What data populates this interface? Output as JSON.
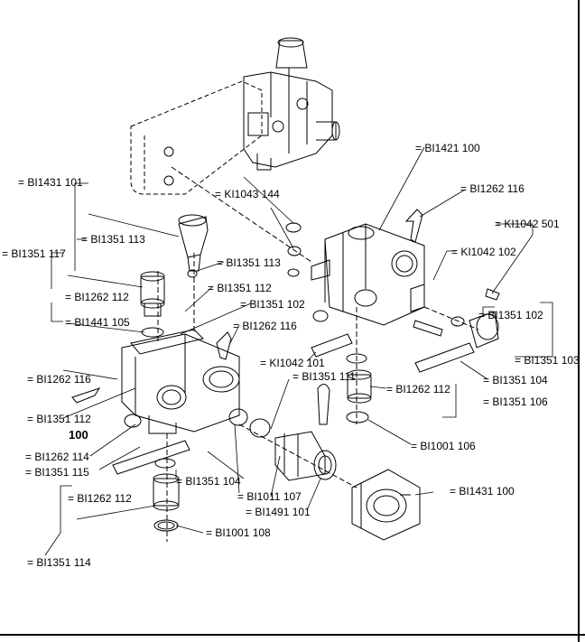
{
  "figure_number": "100",
  "labels": {
    "bi1431_101": "= BI1431 101",
    "bi1351_117": "= BI1351 117",
    "bi1351_113_a": "= BI1351 113",
    "bi1351_113_b": "= BI1351 113",
    "ki1043_144": "= KI1043 144",
    "bi1421_100": "= BI1421 100",
    "bi1262_116_a": "= BI1262 116",
    "ki1042_501": "= KI1042 501",
    "ki1042_102": "= KI1042 102",
    "bi1262_112_a": "= BI1262 112",
    "bi1351_112_a": "= BI1351 112",
    "bi1351_102_a": "= BI1351 102",
    "bi1441_105": "= BI1441 105",
    "bi1262_116_b": "= BI1262 116",
    "bi1351_102_b": "= BI1351 102",
    "bi1351_103": "= BI1351 103",
    "ki1042_101": "= KI1042 101",
    "bi1351_104_a": "= BI1351 104",
    "bi1262_116_c": "= BI1262 116",
    "bi1351_111": "= BI1351 111",
    "bi1262_112_b": "= BI1262 112",
    "bi1351_106": "= BI1351 106",
    "bi1351_112_b": "= BI1351 112",
    "bi1001_106": "= BI1001 106",
    "bi1262_114": "= BI1262 114",
    "bi1351_115": "= BI1351 115",
    "bi1351_104_b": "= BI1351 104",
    "bi1011_107": "= BI1011 107",
    "bi1262_112_c": "= BI1262 112",
    "bi1491_101": "= BI1491 101",
    "bi1431_100": "= BI1431 100",
    "bi1001_108": "= BI1001 108",
    "bi1351_114": "= BI1351 114"
  },
  "colors": {
    "line": "#000000",
    "background": "#ffffff"
  }
}
